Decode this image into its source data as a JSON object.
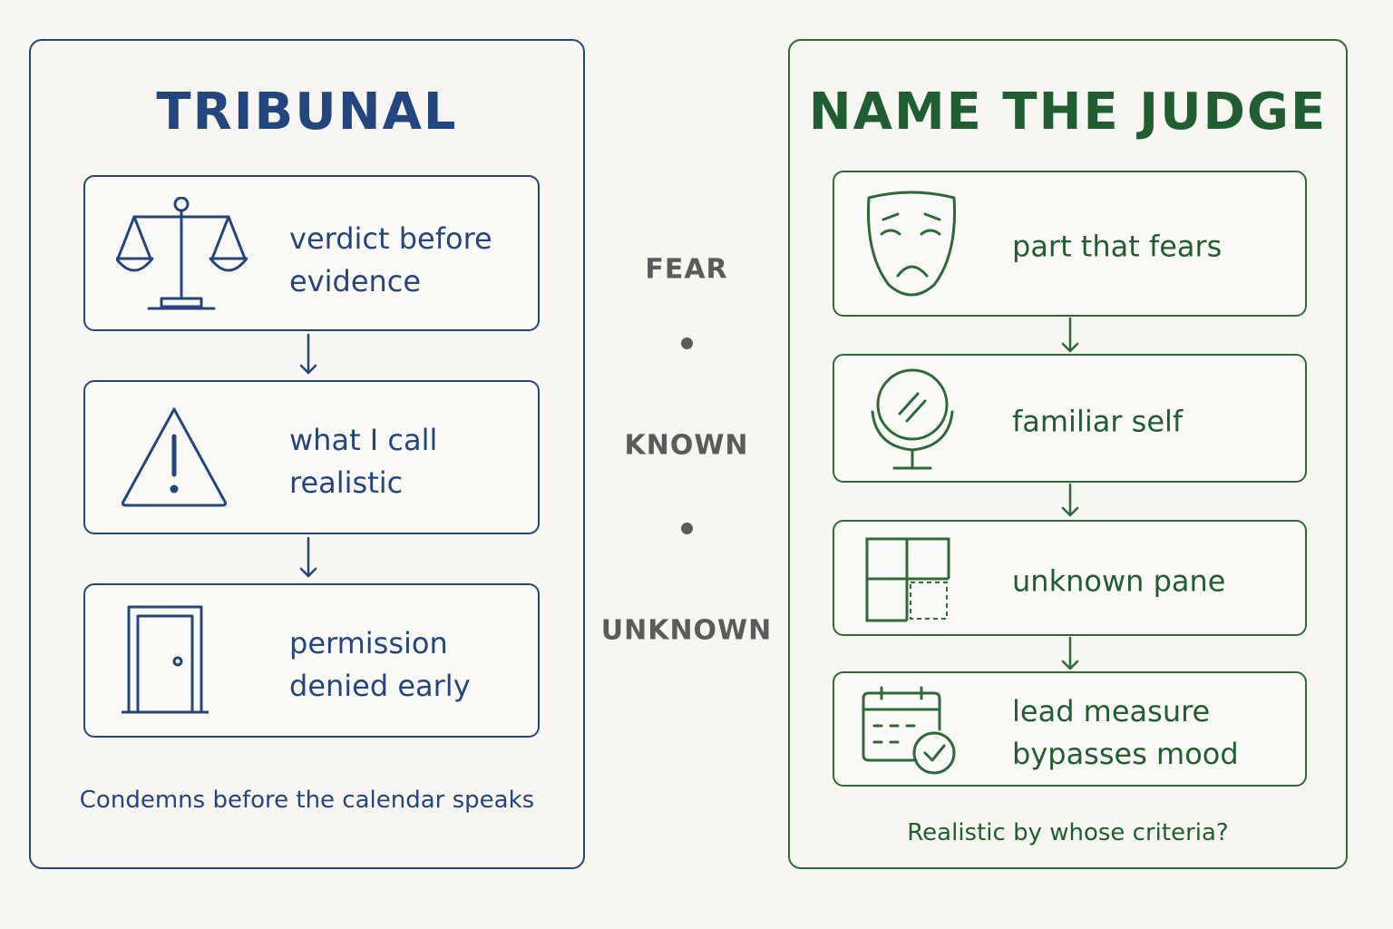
{
  "left_panel": {
    "title": "TRIBUNAL",
    "cards": [
      {
        "icon": "scales-icon",
        "text": "verdict before\nevidence"
      },
      {
        "icon": "warning-icon",
        "text": "what I call\nrealistic"
      },
      {
        "icon": "door-icon",
        "text": "permission\ndenied early"
      }
    ],
    "caption": "Condemns before the calendar speaks"
  },
  "middle": {
    "labels": [
      "FEAR",
      "KNOWN",
      "UNKNOWN"
    ]
  },
  "right_panel": {
    "title": "NAME THE JUDGE",
    "cards": [
      {
        "icon": "sad-mask-icon",
        "text": "part that fears"
      },
      {
        "icon": "mirror-icon",
        "text": "familiar self"
      },
      {
        "icon": "window-pane-icon",
        "text": "unknown pane"
      },
      {
        "icon": "calendar-check-icon",
        "text": "lead measure\nbypasses mood"
      }
    ],
    "caption": "Realistic by whose criteria?"
  },
  "colors": {
    "left_accent": "#23467f",
    "right_accent": "#2b6b3a",
    "middle_text": "#5b5b5b",
    "background": "#f8f6f1"
  }
}
